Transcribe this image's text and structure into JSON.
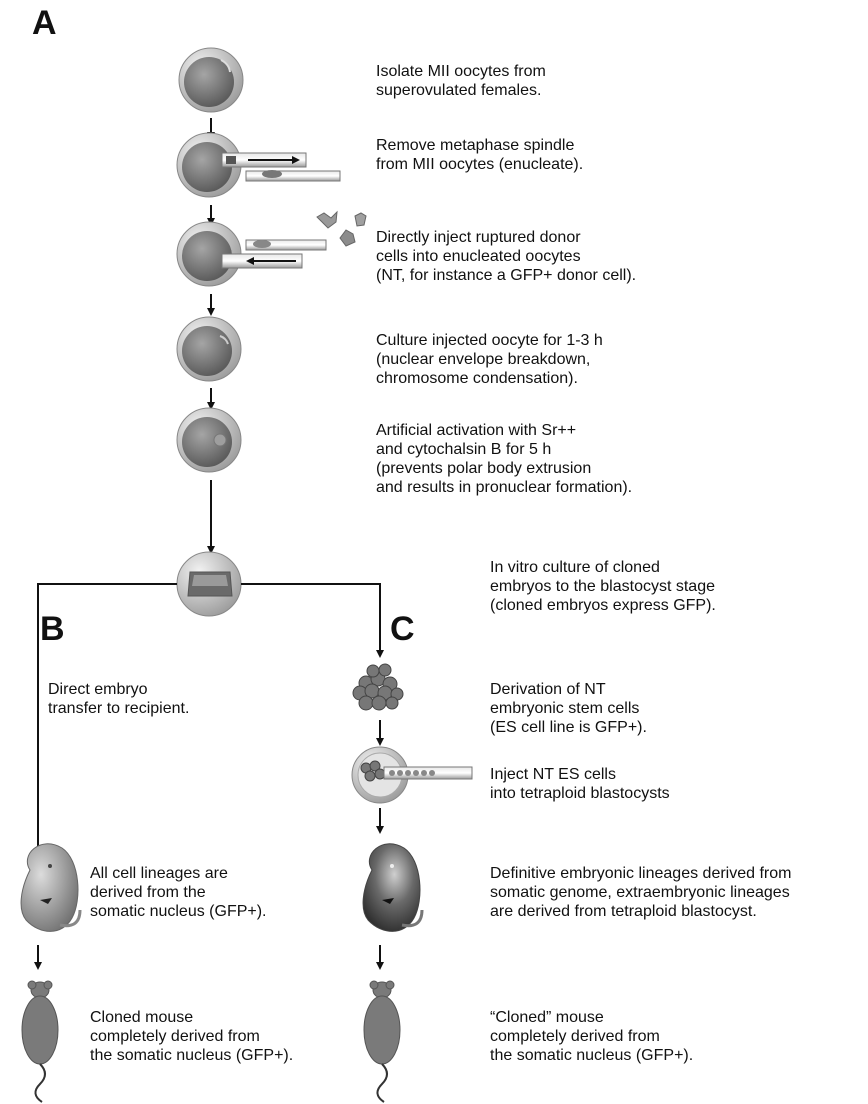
{
  "panels": {
    "a": "A",
    "b": "B",
    "c": "C"
  },
  "steps": {
    "isolate": "Isolate MII oocytes from\nsuperovulated females.",
    "enucleate": "Remove metaphase spindle\nfrom MII oocytes (enucleate).",
    "inject_donor": "Directly inject ruptured donor\ncells into enucleated oocytes\n(NT, for instance a GFP+ donor cell).",
    "culture": "Culture injected oocyte for 1-3 h\n(nuclear envelope breakdown,\nchromosome condensation).",
    "activation": "Artificial activation with Sr++\nand cytochalsin B for 5 h\n(prevents polar body extrusion\nand results in pronuclear formation).",
    "in_vitro": "In vitro culture of cloned\nembryos to the blastocyst stage\n(cloned embryos express GFP)."
  },
  "branch_b": {
    "transfer": "Direct embryo\ntransfer to recipient.",
    "lineages": "All cell lineages are\nderived from the\nsomatic nucleus (GFP+).",
    "mouse": "Cloned mouse\ncompletely derived from\nthe somatic nucleus (GFP+)."
  },
  "branch_c": {
    "derivation": "Derivation of NT\nembryonic stem cells\n(ES cell line is GFP+).",
    "inject_es": "Inject NT ES cells\ninto tetraploid blastocysts",
    "lineages": "Definitive embryonic lineages derived from\nsomatic genome, extraembryonic lineages\nare derived from tetraploid blastocyst.",
    "mouse": "“Cloned” mouse\ncompletely derived from\nthe somatic nucleus (GFP+)."
  },
  "colors": {
    "cell": "#7a7a7a",
    "zona": "#cfcfcf",
    "line": "#111111",
    "embryo_dark": "#3a3a3a",
    "embryo_light": "#9a9a9a"
  }
}
